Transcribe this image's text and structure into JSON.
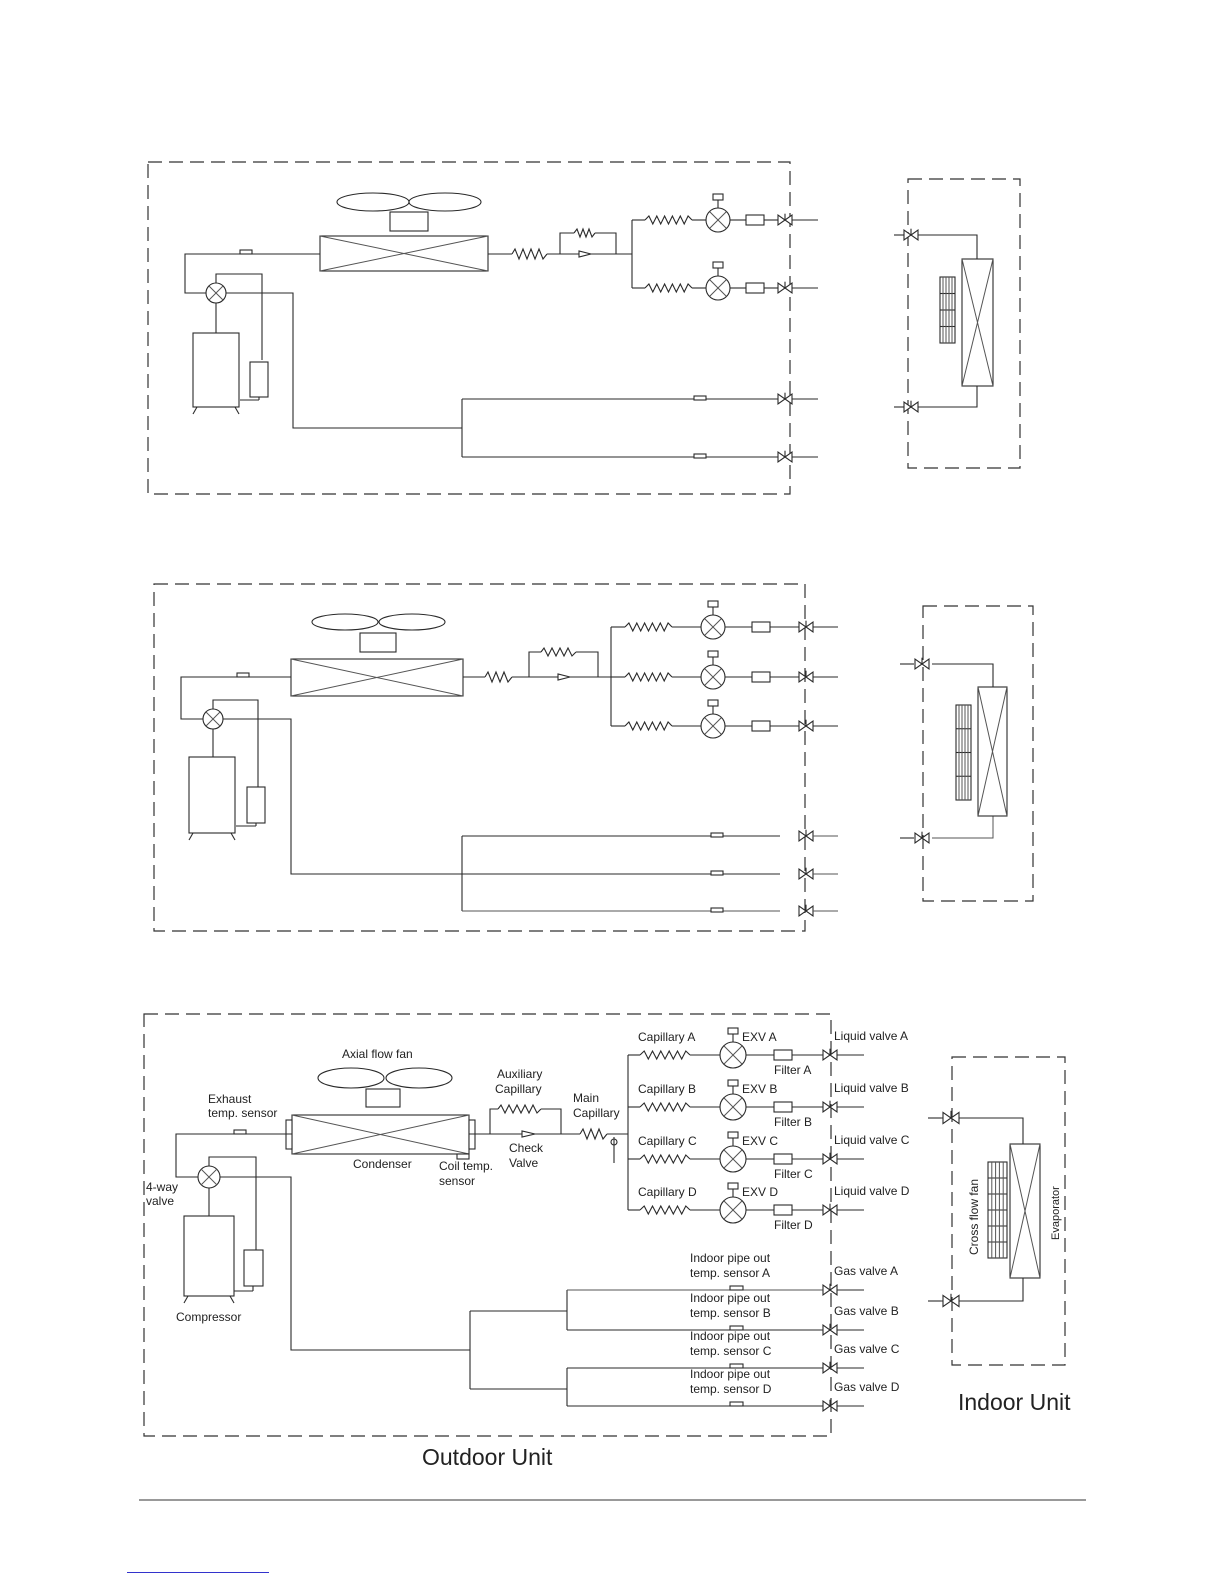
{
  "diagram3": {
    "outdoor_unit_title": "Outdoor Unit",
    "indoor_unit_title": "Indoor Unit",
    "labels": {
      "axial_fan": "Axial  flow fan",
      "exhaust_1": "Exhaust",
      "exhaust_2": "temp. sensor",
      "condenser": "Condenser",
      "coil_1": "Coil temp.",
      "coil_2": "sensor",
      "aux_1": "Auxiliary",
      "aux_2": "Capillary",
      "check_1": "Check",
      "check_2": "Valve",
      "main_1": "Main",
      "main_2": "Capillary",
      "fourway_1": "4-way",
      "fourway_2": "valve",
      "compressor": "Compressor",
      "cross_fan": "Cross flow fan",
      "evaporator": "Evaporator"
    },
    "liquid_branches": [
      {
        "capillary": "Capillary A",
        "exv": "EXV A",
        "filter": "Filter A",
        "valve": "Liquid valve A"
      },
      {
        "capillary": "Capillary B",
        "exv": "EXV B",
        "filter": "Filter B",
        "valve": "Liquid valve B"
      },
      {
        "capillary": "Capillary C",
        "exv": "EXV C",
        "filter": "Filter C",
        "valve": "Liquid valve C"
      },
      {
        "capillary": "Capillary D",
        "exv": "EXV D",
        "filter": "Filter D",
        "valve": "Liquid valve D"
      }
    ],
    "gas_branches": [
      {
        "sensor_1": "Indoor pipe out",
        "sensor_2": "temp. sensor A",
        "valve": "Gas valve A"
      },
      {
        "sensor_1": "Indoor pipe out",
        "sensor_2": "temp. sensor B",
        "valve": "Gas valve B"
      },
      {
        "sensor_1": "Indoor pipe out",
        "sensor_2": "temp. sensor C",
        "valve": "Gas valve C"
      },
      {
        "sensor_1": "Indoor pipe out",
        "sensor_2": "temp. sensor D",
        "valve": "Gas valve D"
      }
    ]
  }
}
